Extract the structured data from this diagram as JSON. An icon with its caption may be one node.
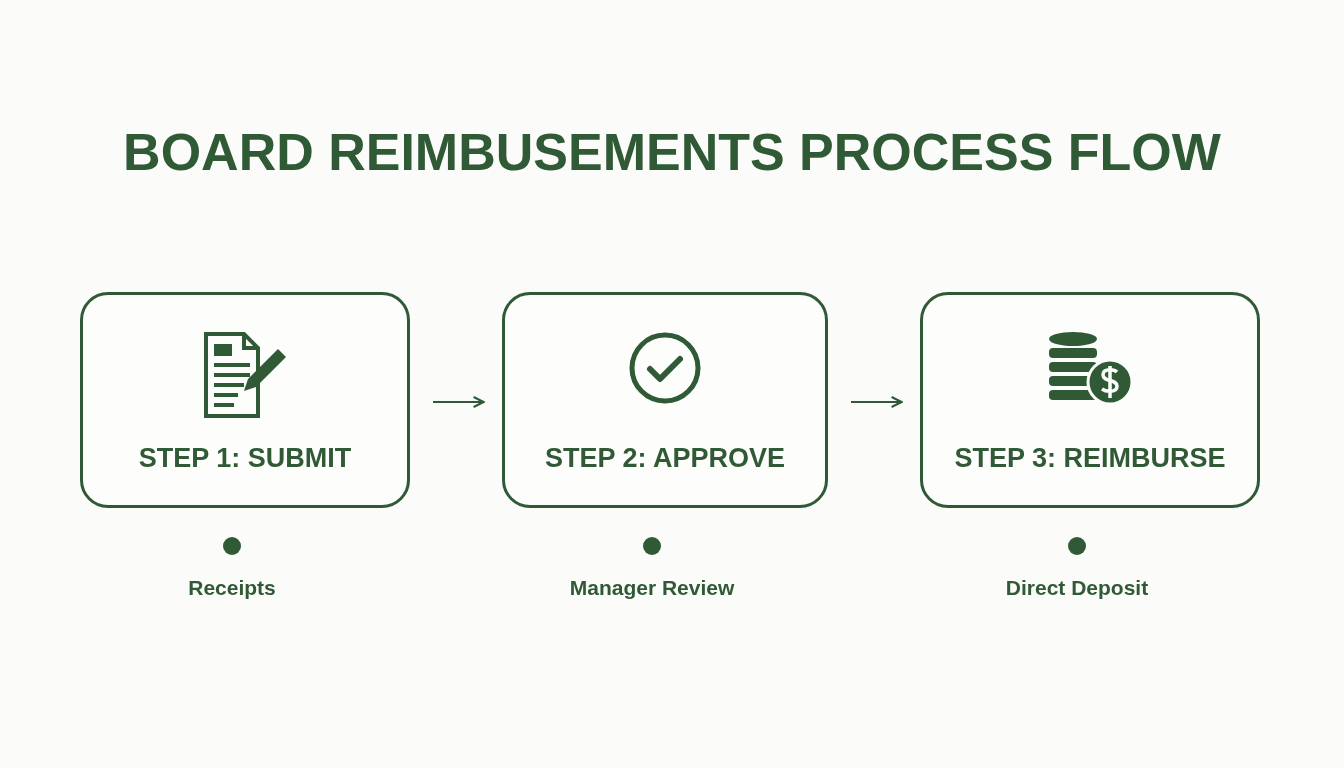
{
  "diagram": {
    "title": "BOARD REIMBUSEMENTS PROCESS FLOW",
    "nodes": [
      {
        "text": [
          "STEP 1: SUBMIT"
        ],
        "beside": [
          "Receipts"
        ]
      },
      {
        "text": [
          "STEP 2: APPROVE"
        ],
        "beside": [
          "Manager Review"
        ]
      },
      {
        "text": [
          "STEP 3: REIMBURSE"
        ],
        "beside": [
          "Direct Deposit"
        ]
      }
    ],
    "edges": [
      {
        "from": 0,
        "to": 1,
        "arrow": "to"
      },
      {
        "from": 1,
        "to": 2,
        "arrow": "to"
      }
    ]
  }
}
